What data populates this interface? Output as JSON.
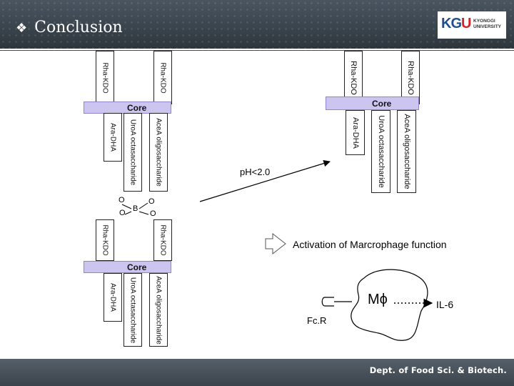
{
  "slide": {
    "title": "Conclusion",
    "bullet": "❖",
    "logo": {
      "mark_k": "KG",
      "mark_u": "U",
      "text_line1": "KYONGGI",
      "text_line2": "UNIVERSITY"
    },
    "footer": "Dept. of Food Sci. & Biotech."
  },
  "molecules": {
    "rha_kdo": "Rha-KDO",
    "core": "Core",
    "ace_a": "AceA oligosaccharide",
    "uro_a": "UroA octasaccharide",
    "ara_dha": "Ara-DHA"
  },
  "borate": {
    "o1": "O",
    "o2": "O",
    "o3": "O",
    "o4": "O",
    "b": "B"
  },
  "condition": "pH<2.0",
  "activation": "Activation of Marcrophage function",
  "macrophage": {
    "symbol": "Mϕ",
    "receptor": "Fc.R",
    "cytokine": "IL-6"
  }
}
